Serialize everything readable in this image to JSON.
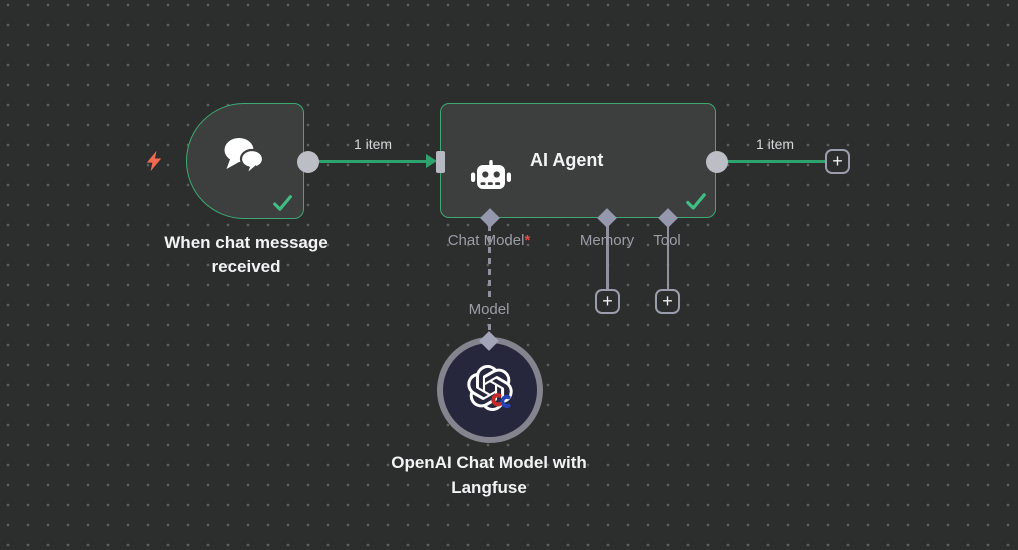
{
  "canvas": {
    "background_color": "#2c2d2d",
    "dot_color": "#5e5e5e"
  },
  "colors": {
    "node_fill": "#3d3e3e",
    "node_border_green": "#3ea973",
    "wire_green": "#2fa36e",
    "check_green": "#3fbd83",
    "trigger_bolt_orange": "#f06a52",
    "required_red": "#e14b4b",
    "port_gray": "#bcbec6",
    "diamond_gray": "#9598ac",
    "circle_node_fill": "#26263d",
    "circle_node_ring": "#84848e"
  },
  "nodes": {
    "trigger": {
      "title": "When chat message received",
      "icon": "chat-bubbles-icon",
      "status": "success"
    },
    "agent": {
      "title": "AI Agent",
      "icon": "robot-icon",
      "status": "success",
      "sub_inputs": [
        {
          "label": "Chat Model",
          "required_marker": "*"
        },
        {
          "label": "Memory"
        },
        {
          "label": "Tool"
        }
      ]
    },
    "chat_model": {
      "title": "OpenAI Chat Model with Langfuse",
      "icon": "openai-logo",
      "badge_icon": "langfuse-icon",
      "input_label": "Model"
    }
  },
  "connections": [
    {
      "label": "1 item"
    },
    {
      "label": "1 item"
    }
  ],
  "buttons": {
    "add_memory": "+",
    "add_tool": "+",
    "add_next": "+"
  }
}
